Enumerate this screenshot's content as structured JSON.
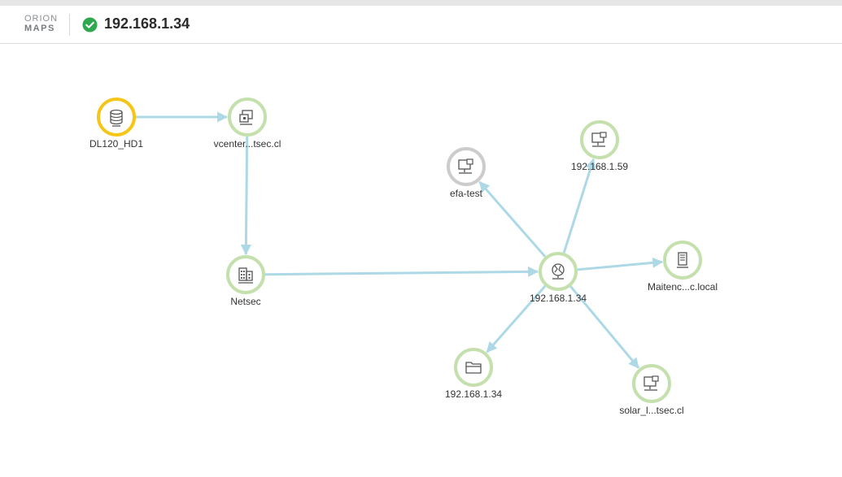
{
  "app": {
    "logo_line1": "ORION",
    "logo_line2": "MAPS",
    "title": "192.168.1.34",
    "status": "up",
    "status_color": "#2fa84f"
  },
  "colors": {
    "edge": "#add8e6",
    "ring_up": "#c4e0ad",
    "ring_warning": "#f5c518",
    "ring_unknown": "#cccccc",
    "icon": "#555555"
  },
  "map": {
    "nodes": [
      {
        "id": "dl120",
        "label": "DL120_HD1",
        "icon": "database-icon",
        "status": "warning"
      },
      {
        "id": "vcenter",
        "label": "vcenter...tsec.cl",
        "icon": "virtual-host-icon",
        "status": "up"
      },
      {
        "id": "netsec",
        "label": "Netsec",
        "icon": "building-icon",
        "status": "up"
      },
      {
        "id": "hub",
        "label": "192.168.1.34",
        "icon": "network-globe-icon",
        "status": "up"
      },
      {
        "id": "efa",
        "label": "efa-test",
        "icon": "monitor-icon",
        "status": "unknown"
      },
      {
        "id": "n159",
        "label": "192.168.1.59",
        "icon": "monitor-icon",
        "status": "up"
      },
      {
        "id": "maitenc",
        "label": "Maitenc...c.local",
        "icon": "server-icon",
        "status": "up"
      },
      {
        "id": "folder34",
        "label": "192.168.1.34",
        "icon": "folder-icon",
        "status": "up"
      },
      {
        "id": "solar",
        "label": "solar_l...tsec.cl",
        "icon": "monitor-icon",
        "status": "up"
      }
    ],
    "edges": [
      {
        "from": "dl120",
        "to": "vcenter"
      },
      {
        "from": "vcenter",
        "to": "netsec"
      },
      {
        "from": "netsec",
        "to": "hub"
      },
      {
        "from": "hub",
        "to": "efa"
      },
      {
        "from": "hub",
        "to": "n159"
      },
      {
        "from": "hub",
        "to": "maitenc"
      },
      {
        "from": "hub",
        "to": "folder34"
      },
      {
        "from": "hub",
        "to": "solar"
      }
    ]
  }
}
